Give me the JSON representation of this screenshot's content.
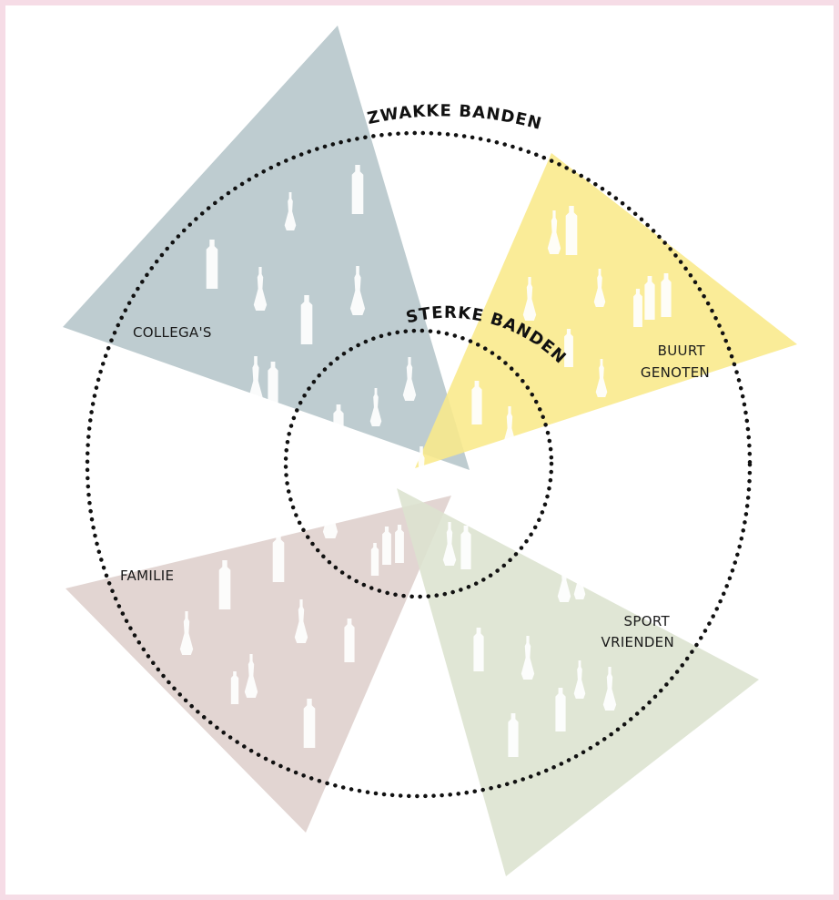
{
  "colors": {
    "background": "#f6dce6",
    "canvas": "#ffffff",
    "collegas": "#b5c5c9",
    "buurtgenoten": "#f9e98a",
    "familie": "#decfcc",
    "sportvrienden": "#dce3cf",
    "rings": "#111111"
  },
  "rings": {
    "outer_label": "ZWAKKE BANDEN",
    "inner_label": "STERKE BANDEN"
  },
  "groups": [
    {
      "id": "collegas",
      "lines": [
        "COLLEGA'S"
      ]
    },
    {
      "id": "buurtgenoten",
      "lines": [
        "BUURT",
        "GENOTEN"
      ]
    },
    {
      "id": "familie",
      "lines": [
        "FAMILIE"
      ]
    },
    {
      "id": "sportvrienden",
      "lines": [
        "SPORT",
        "VRIENDEN"
      ]
    }
  ],
  "icons": {
    "person": "person-silhouette-icon"
  }
}
